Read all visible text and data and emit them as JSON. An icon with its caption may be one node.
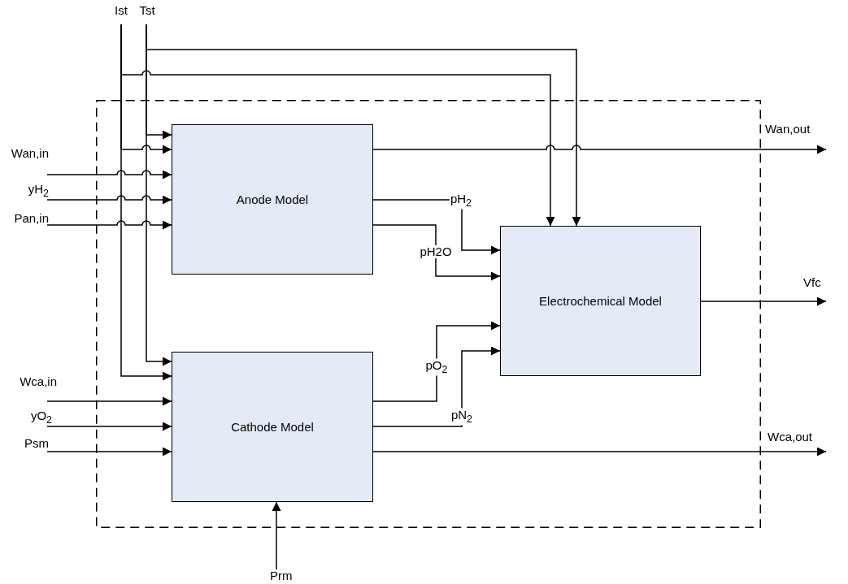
{
  "diagram": {
    "nodes": [
      {
        "text": [],
        "shape": "box"
      },
      {
        "text": [
          "Ist"
        ]
      },
      {
        "text": [
          "Tst"
        ]
      },
      {
        "text": [
          "Wan,in"
        ]
      },
      {
        "text": [
          "yH$_{2}$"
        ]
      },
      {
        "text": [
          "Pan,in"
        ]
      },
      {
        "text": [
          "Anode Model"
        ],
        "in": 0
      },
      {
        "text": [
          "Wca,in"
        ]
      },
      {
        "text": [
          "yO$_{2}$"
        ]
      },
      {
        "text": [
          "Psm"
        ]
      },
      {
        "text": [
          "Cathode Model"
        ],
        "in": 0
      },
      {
        "text": [
          "Electrochemical Model"
        ],
        "in": 0
      },
      {
        "text": [
          "Wan,out"
        ]
      },
      {
        "text": [
          "Vfc"
        ]
      },
      {
        "text": [
          "Wca,out"
        ]
      },
      {
        "text": [
          "Prm"
        ]
      }
    ],
    "edges": [
      {
        "from": 1,
        "to": 6,
        "arrow": "to"
      },
      {
        "from": 1,
        "to": 10,
        "arrow": "to"
      },
      {
        "from": 1,
        "to": 11,
        "arrow": "to"
      },
      {
        "from": 2,
        "to": 6,
        "arrow": "to"
      },
      {
        "from": 2,
        "to": 10,
        "arrow": "to"
      },
      {
        "from": 2,
        "to": 11,
        "arrow": "to"
      },
      {
        "from": 3,
        "to": 6,
        "arrow": "to"
      },
      {
        "from": 4,
        "to": 6,
        "arrow": "to"
      },
      {
        "from": 5,
        "to": 6,
        "arrow": "to"
      },
      {
        "from": 7,
        "to": 10,
        "arrow": "to"
      },
      {
        "from": 8,
        "to": 10,
        "arrow": "to"
      },
      {
        "from": 9,
        "to": 10,
        "arrow": "to"
      },
      {
        "from": 15,
        "to": 10,
        "arrow": "to"
      },
      {
        "from": 6,
        "to": 11,
        "arrow": "to",
        "label": "pH$_{2}$"
      },
      {
        "from": 6,
        "to": 11,
        "arrow": "to",
        "label": "pH2O"
      },
      {
        "from": 10,
        "to": 11,
        "arrow": "to",
        "label": "pO$_{2}$"
      },
      {
        "from": 10,
        "to": 11,
        "arrow": "to",
        "label": "pN$_{2}$"
      },
      {
        "from": 6,
        "to": 12,
        "arrow": "to"
      },
      {
        "from": 11,
        "to": 13,
        "arrow": "to"
      },
      {
        "from": 10,
        "to": 14,
        "arrow": "to"
      }
    ]
  }
}
